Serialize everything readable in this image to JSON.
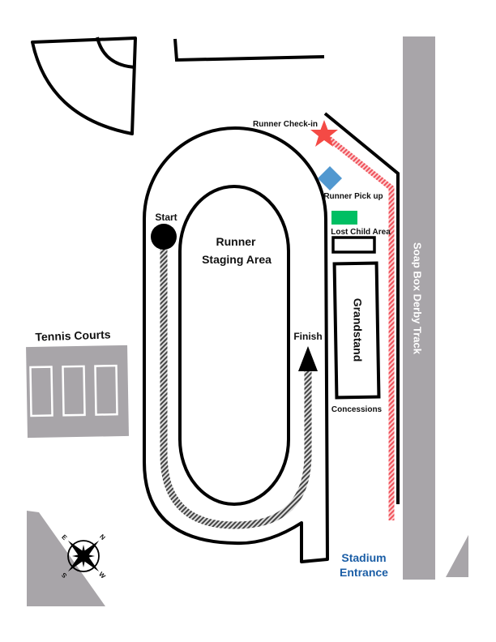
{
  "labels": {
    "runner_check_in": "Runner Check-in",
    "runner_pick_up": "Runner Pick up",
    "lost_child_area": "Lost Child Area",
    "grandstand": "Grandstand",
    "concessions": "Concessions",
    "soap_box_derby_track": "Soap Box Derby Track",
    "start": "Start",
    "finish": "Finish",
    "staging_line1": "Runner",
    "staging_line2": "Staging Area",
    "tennis_courts": "Tennis Courts",
    "stadium_entrance_line1": "Stadium",
    "stadium_entrance_line2": "Entrance"
  },
  "compass": {
    "n": "N",
    "e": "E",
    "s": "S",
    "w": "W"
  },
  "colors": {
    "ground_gray": "#a8a5a9",
    "check_in_star": "#f44a45",
    "pick_up_diamond": "#5198d0",
    "lost_child_green": "#00bf63",
    "route_red": "#f0505a",
    "entrance_blue": "#1b5ea6"
  }
}
